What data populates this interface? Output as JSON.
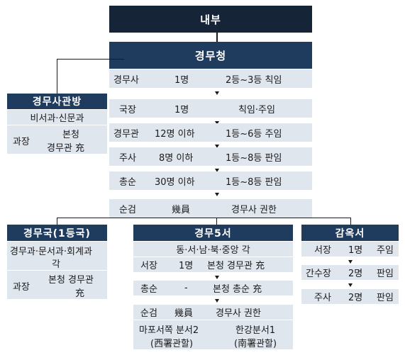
{
  "top": {
    "title": "내부"
  },
  "main": {
    "title": "경무청",
    "rows": [
      {
        "c1": "경무사",
        "c2": "1명",
        "c3": "2등~3등 칙임"
      },
      {
        "c1": "국장",
        "c2": "1명",
        "c3": "칙임·주임"
      },
      {
        "c1": "경무관",
        "c2": "12명 이하",
        "c3": "1등~6등 주임"
      },
      {
        "c1": "주사",
        "c2": "8명 이하",
        "c3": "1등~8등 판임"
      },
      {
        "c1": "총순",
        "c2": "30명 이하",
        "c3": "1등~8등 판임"
      },
      {
        "c1": "순검",
        "c2": "幾員",
        "c3": "경무사 권한"
      }
    ]
  },
  "side": {
    "title": "경무사관방",
    "sub": "비서과·신문과",
    "label": "과장",
    "line1": "본청",
    "line2": "경무관 充"
  },
  "bureau": {
    "title": "경무국(1등국)",
    "sub1": "경무과·문서과·회계과",
    "sub2": "각",
    "label": "과장",
    "line1": "본청  경무관",
    "line2": "充"
  },
  "police5": {
    "title": "경무5서",
    "sub": "동·서·남·북·중앙 각",
    "r1": {
      "c1": "서장",
      "c2": "1명",
      "c3": "본청 경무관 充"
    },
    "r2": {
      "c1": "총순",
      "c2": "-",
      "c3": "본청 총순 充"
    },
    "r3": {
      "c1": "순검",
      "c2": "幾員",
      "c3": "경무사  권한"
    },
    "branch1": {
      "l1": "마포서쪽 분서2",
      "l2": "(西署관할)"
    },
    "branch2": {
      "l1": "한강분서1",
      "l2": "(南署관할)"
    }
  },
  "prison": {
    "title": "감옥서",
    "rows": [
      {
        "c1": "서장",
        "c2": "1명",
        "c3": "주임"
      },
      {
        "c1": "간수장",
        "c2": "2명",
        "c3": "판임"
      },
      {
        "c1": "주사",
        "c2": "2명",
        "c3": "판임"
      }
    ]
  },
  "colors": {
    "dark": "#162437",
    "mid": "#1f3b5e",
    "light": "#dfe6ee"
  }
}
